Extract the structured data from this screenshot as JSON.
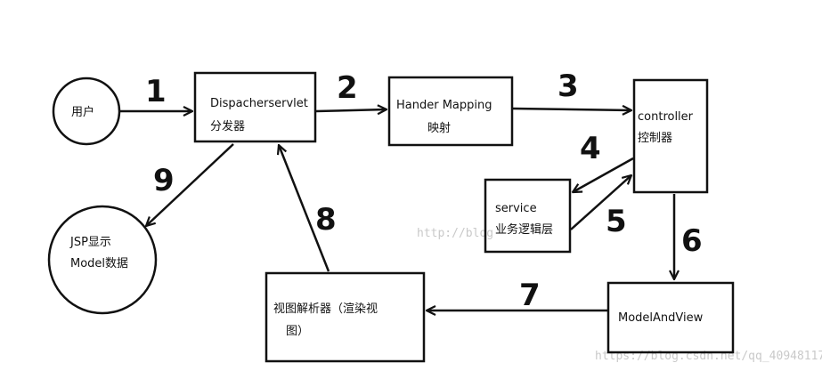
{
  "nodes": {
    "user": {
      "line1": "用户"
    },
    "dispatcher": {
      "line1": "Dispacherservlet",
      "line2": "分发器"
    },
    "handler_mapping": {
      "line1": "Hander Mapping",
      "line2": "映射"
    },
    "controller": {
      "line1": "controller",
      "line2": "控制器"
    },
    "service": {
      "line1": "service",
      "line2": "业务逻辑层"
    },
    "jsp": {
      "line1": "JSP显示",
      "line2": "Model数据"
    },
    "view_resolver": {
      "line1": "视图解析器（渲染视",
      "line2": "图）"
    },
    "model_and_view": {
      "line1": "ModelAndView"
    }
  },
  "steps": [
    "1",
    "2",
    "3",
    "4",
    "5",
    "6",
    "7",
    "8",
    "9"
  ],
  "watermarks": {
    "center": "http://blog",
    "bottom": "https://blog.csdn.net/qq_40948117"
  }
}
